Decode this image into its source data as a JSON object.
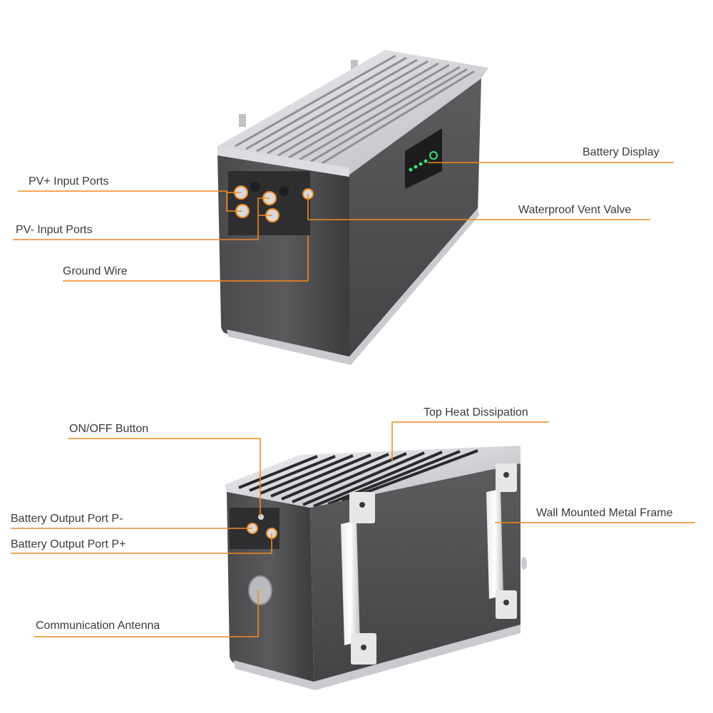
{
  "colors": {
    "leader": "#f08a24",
    "label_text": "#3a3a3a",
    "body": "#505052",
    "body_dark": "#3e3e40",
    "aluminum": "#c8cacd",
    "aluminum_light": "#e6e7e9",
    "fins": "#9a9ca0",
    "led": "#3fe07a"
  },
  "top_unit": {
    "labels": {
      "pv_plus": "PV+ Input Ports",
      "pv_minus": "PV- Input Ports",
      "ground": "Ground Wire",
      "display": "Battery Display",
      "vent": "Waterproof Vent Valve"
    }
  },
  "bottom_unit": {
    "labels": {
      "onoff": "ON/OFF Button",
      "out_minus": "Battery Output Port P-",
      "out_plus": "Battery Output Port P+",
      "antenna": "Communication Antenna",
      "heat": "Top Heat Dissipation",
      "frame": "Wall Mounted Metal Frame"
    }
  }
}
